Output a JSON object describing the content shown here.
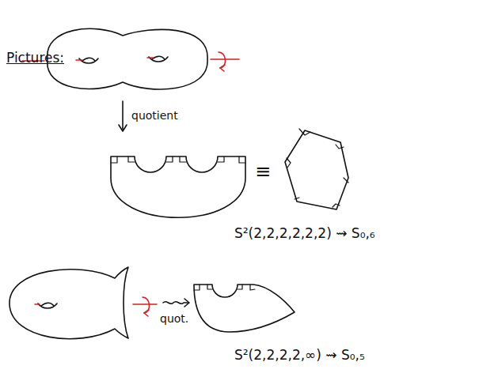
{
  "diagram": {
    "labels": [
      "Pictures:",
      "quotient",
      "≡",
      "S²(2,2,2,2,2,2) ⇝ S₀,₆",
      "quot.",
      "S²(2,2,2,2,∞) ⇝ S₀,₅"
    ]
  }
}
